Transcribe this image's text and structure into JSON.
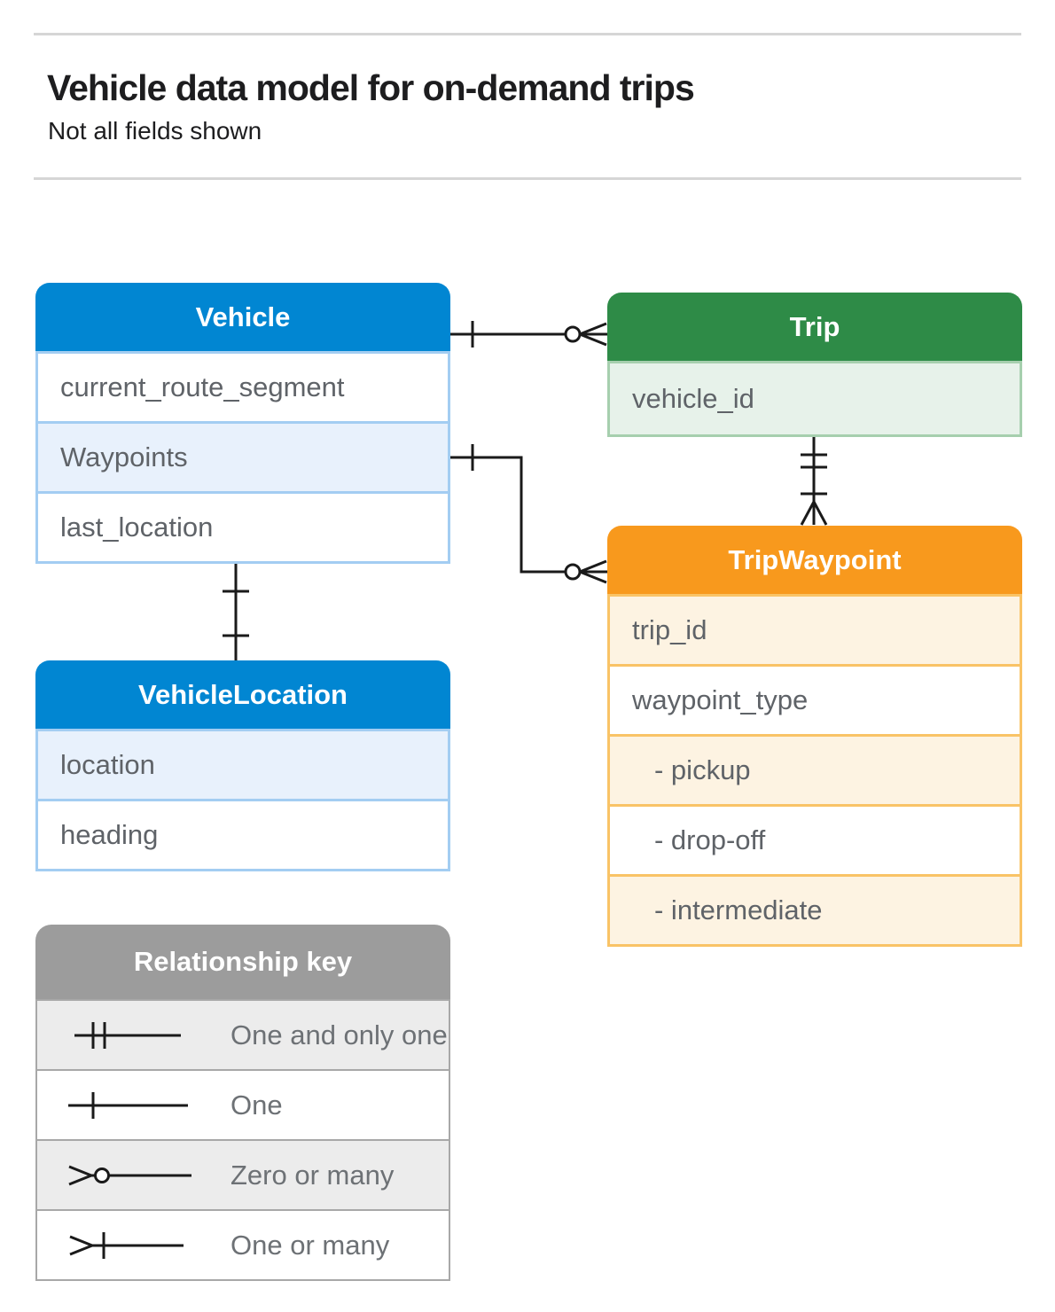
{
  "header": {
    "title": "Vehicle data model for on-demand trips",
    "subtitle": "Not all fields shown"
  },
  "entities": {
    "vehicle": {
      "title": "Vehicle",
      "fields": [
        "current_route_segment",
        "Waypoints",
        "last_location"
      ]
    },
    "trip": {
      "title": "Trip",
      "fields": [
        "vehicle_id"
      ]
    },
    "trip_waypoint": {
      "title": "TripWaypoint",
      "fields": [
        "trip_id",
        "waypoint_type",
        "- pickup",
        "- drop-off",
        "- intermediate"
      ]
    },
    "vehicle_location": {
      "title": "VehicleLocation",
      "fields": [
        "location",
        "heading"
      ]
    }
  },
  "legend": {
    "title": "Relationship key",
    "items": [
      {
        "symbol": "one-and-only-one",
        "label": "One and only one"
      },
      {
        "symbol": "one",
        "label": "One"
      },
      {
        "symbol": "zero-or-many",
        "label": "Zero or many"
      },
      {
        "symbol": "one-or-many",
        "label": "One or many"
      }
    ]
  },
  "relationships": [
    {
      "from": "Vehicle",
      "to": "Trip",
      "from_cardinality": "one",
      "to_cardinality": "zero-or-many"
    },
    {
      "from": "Vehicle.Waypoints",
      "to": "TripWaypoint",
      "from_cardinality": "one",
      "to_cardinality": "zero-or-many"
    },
    {
      "from": "Vehicle",
      "to": "VehicleLocation",
      "from_cardinality": "one",
      "to_cardinality": "one"
    },
    {
      "from": "Trip",
      "to": "TripWaypoint",
      "from_cardinality": "one-and-only-one",
      "to_cardinality": "one-or-many"
    }
  ],
  "colors": {
    "blue_header": "#0186d2",
    "blue_tint": "#a3cdf2",
    "blue_row": "#e8f1fc",
    "green_header": "#2e8b47",
    "green_tint": "#a6cfae",
    "green_row": "#e7f2ea",
    "orange_header": "#f8991d",
    "orange_tint": "#f9c366",
    "orange_row": "#fdf3e2",
    "gray_header": "#9c9c9c",
    "gray_tint": "#a8a8a8",
    "gray_row": "#ececec",
    "text": "#5f6368",
    "line": "#1a1a1a"
  }
}
